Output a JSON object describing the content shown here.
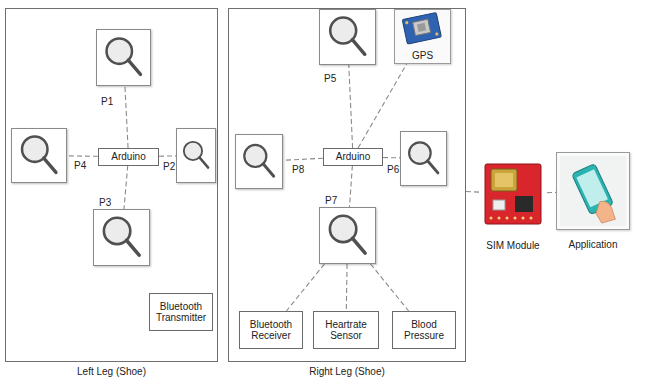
{
  "diagram": {
    "nodes": [
      {
        "text": [
          "Left Leg (Shoe)"
        ]
      },
      {
        "text": [
          "P1"
        ],
        "in": 0
      },
      {
        "text": [
          "Arduino"
        ],
        "in": 0
      },
      {
        "text": [
          "P4"
        ],
        "in": 0
      },
      {
        "text": [
          "P2"
        ],
        "in": 0
      },
      {
        "text": [
          "P3"
        ],
        "in": 0
      },
      {
        "text": [
          "Bluetooth Transmitter"
        ],
        "in": 0
      },
      {
        "text": [
          "Right Leg (Shoe)"
        ]
      },
      {
        "text": [
          "P5"
        ],
        "in": 7
      },
      {
        "text": [
          "GPS"
        ],
        "in": 7
      },
      {
        "text": [
          "Arduino"
        ],
        "in": 7
      },
      {
        "text": [
          "P8"
        ],
        "in": 7
      },
      {
        "text": [
          "P6"
        ],
        "in": 7
      },
      {
        "text": [
          "P7"
        ],
        "in": 7
      },
      {
        "text": [
          "Bluetooth Receiver"
        ],
        "in": 7
      },
      {
        "text": [
          "Heartrate Sensor"
        ],
        "in": 7
      },
      {
        "text": [
          "Blood Pressure"
        ],
        "in": 7
      },
      {
        "text": [
          "SIM Module"
        ]
      },
      {
        "text": [
          "Application"
        ]
      }
    ],
    "edges": [
      {
        "from": 2,
        "to": 1,
        "arrow": "none"
      },
      {
        "from": 2,
        "to": 3,
        "arrow": "none"
      },
      {
        "from": 2,
        "to": 4,
        "arrow": "none"
      },
      {
        "from": 2,
        "to": 5,
        "arrow": "none"
      },
      {
        "from": 10,
        "to": 8,
        "arrow": "none"
      },
      {
        "from": 10,
        "to": 9,
        "arrow": "none"
      },
      {
        "from": 10,
        "to": 11,
        "arrow": "none"
      },
      {
        "from": 10,
        "to": 12,
        "arrow": "none"
      },
      {
        "from": 10,
        "to": 13,
        "arrow": "none"
      },
      {
        "from": 13,
        "to": 14,
        "arrow": "none"
      },
      {
        "from": 13,
        "to": 15,
        "arrow": "none"
      },
      {
        "from": 13,
        "to": 16,
        "arrow": "none"
      },
      {
        "from": 7,
        "to": 17,
        "arrow": "none"
      },
      {
        "from": 17,
        "to": 18,
        "arrow": "none"
      }
    ]
  }
}
